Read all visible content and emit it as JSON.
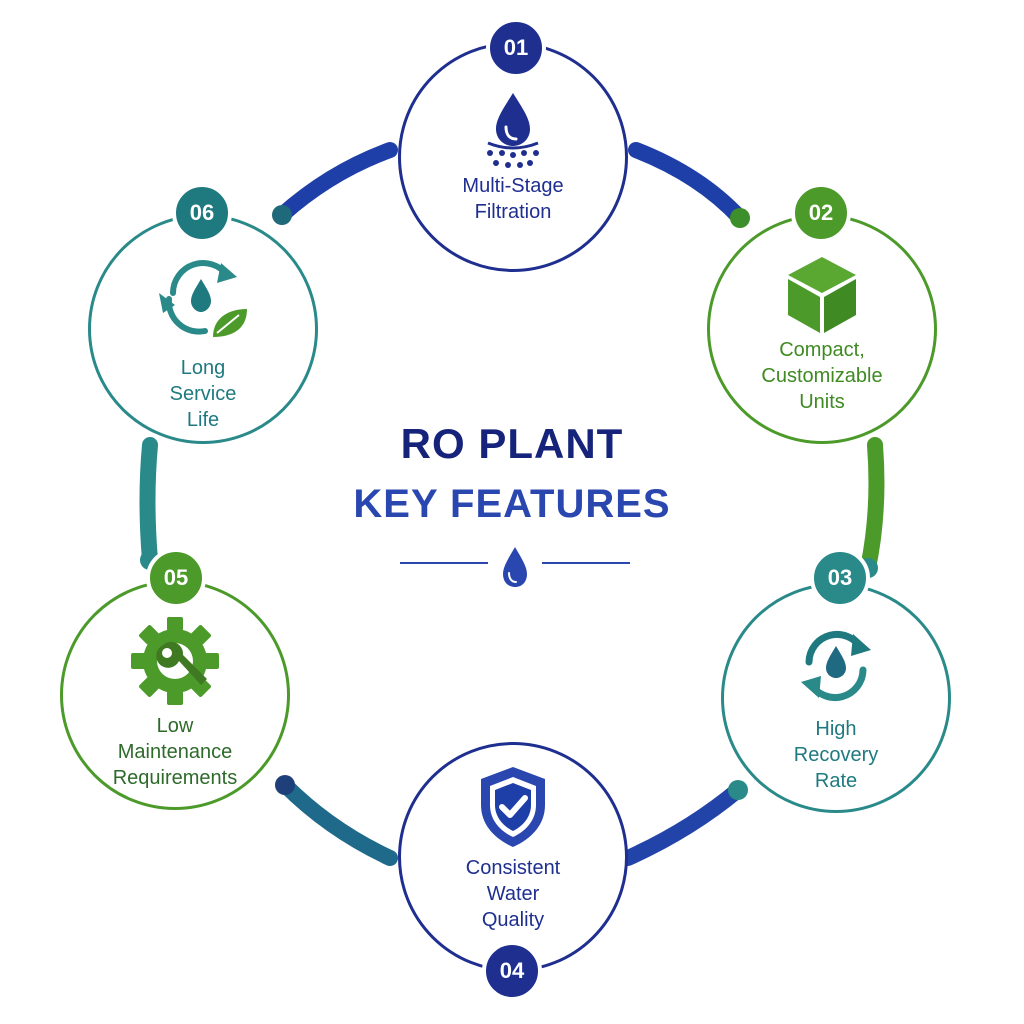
{
  "center": {
    "title": "RO PLANT",
    "subtitle": "KEY FEATURES",
    "divider_icon": "water-drop-icon"
  },
  "features": [
    {
      "number": "01",
      "label": "Multi-Stage\nFiltration",
      "icon": "filtration-drop-icon",
      "color": "#1f2f8f"
    },
    {
      "number": "02",
      "label": "Compact,\nCustomizable\nUnits",
      "icon": "cube-icon",
      "color": "#4c9a2a"
    },
    {
      "number": "03",
      "label": "High\nRecovery\nRate",
      "icon": "recycle-drop-icon",
      "color": "#2a8a8a"
    },
    {
      "number": "04",
      "label": "Consistent\nWater\nQuality",
      "icon": "shield-check-icon",
      "color": "#1f2f8f"
    },
    {
      "number": "05",
      "label": "Low\nMaintenance\nRequirements",
      "icon": "gear-wrench-icon",
      "color": "#4c9a2a"
    },
    {
      "number": "06",
      "label": "Long\nService\nLife",
      "icon": "eco-cycle-drop-icon",
      "color": "#2a8a8a"
    }
  ],
  "colors": {
    "navy": "#1f2f8f",
    "blue": "#2a47b0",
    "green": "#4c9a2a",
    "teal": "#2a8a8a"
  }
}
